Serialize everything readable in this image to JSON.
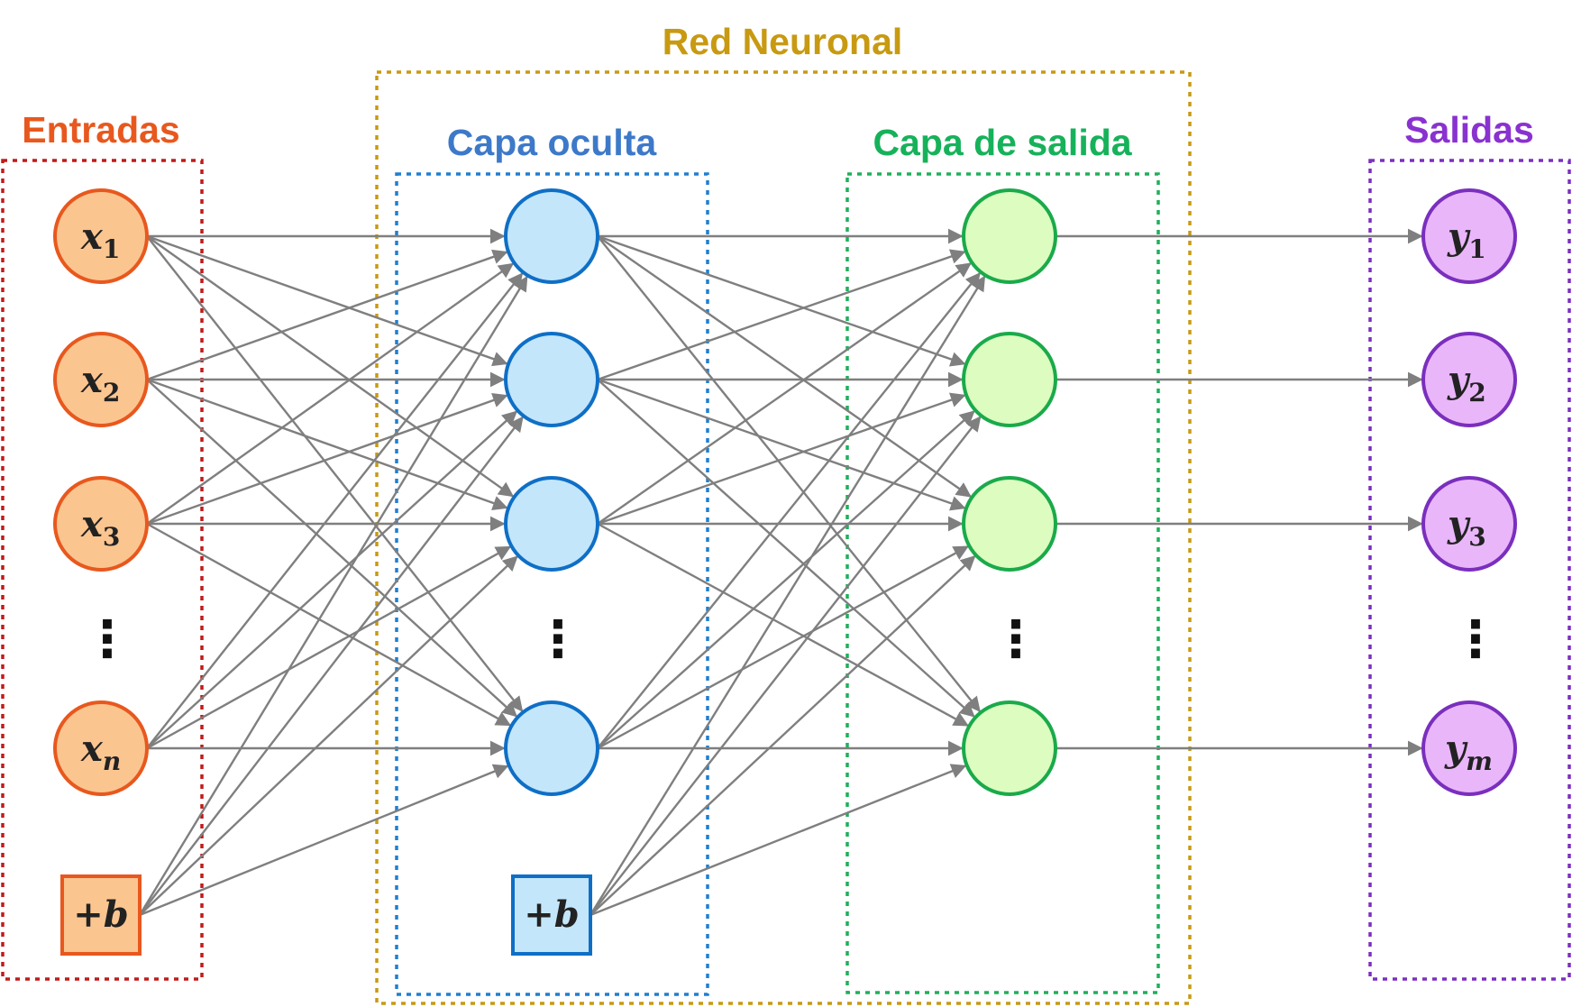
{
  "title": "Red Neuronal",
  "colors": {
    "network_frame": "#c89a12",
    "inputs_frame": "#c21a1a",
    "hidden_frame": "#1f7fd0",
    "output_frame": "#1fb05a",
    "outputs_frame": "#7b2fc0",
    "edge": "#7f7f7f",
    "input_fill": "#fbc590",
    "input_stroke": "#e8581e",
    "hidden_fill": "#c3e6fb",
    "hidden_stroke": "#0f6fc6",
    "output_fill": "#dcfcc0",
    "output_stroke": "#1aaa4a",
    "y_fill": "#eab6fa",
    "y_stroke": "#7a2fbe"
  },
  "groups": {
    "inputs": {
      "label": "Entradas",
      "color": "#e8581e"
    },
    "hidden": {
      "label": "Capa oculta",
      "color": "#3d79c9"
    },
    "output_layer": {
      "label": "Capa de salida",
      "color": "#16b25a"
    },
    "outputs": {
      "label": "Salidas",
      "color": "#8a32d0"
    }
  },
  "inputs": [
    {
      "base": "x",
      "sub": "1"
    },
    {
      "base": "x",
      "sub": "2"
    },
    {
      "base": "x",
      "sub": "3"
    },
    {
      "base": "x",
      "sub": "n"
    }
  ],
  "outputs": [
    {
      "base": "y",
      "sub": "1"
    },
    {
      "base": "y",
      "sub": "2"
    },
    {
      "base": "y",
      "sub": "3"
    },
    {
      "base": "y",
      "sub": "m"
    }
  ],
  "bias": {
    "sign": "+",
    "symbol": "b"
  },
  "ellipsis": "⋮"
}
